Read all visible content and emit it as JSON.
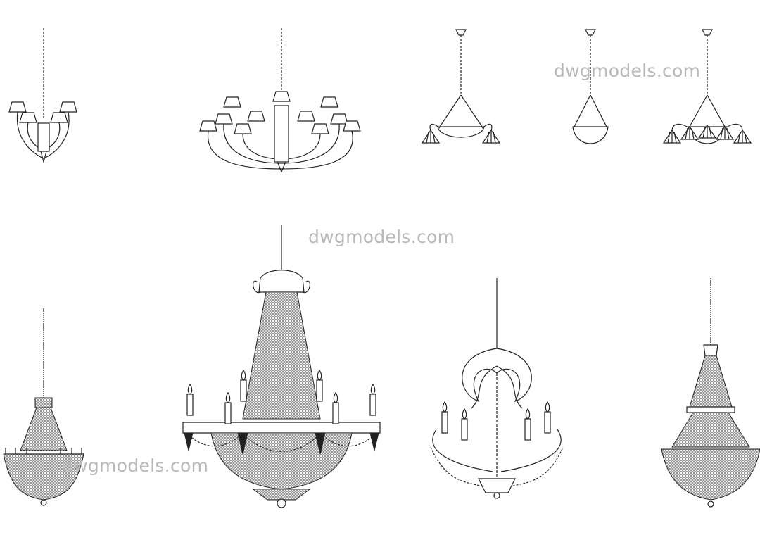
{
  "watermark": {
    "text_top": "dwgmodels.com",
    "text_middle": "dwgmodels.com",
    "text_bottom": "dwgmodels.com",
    "color": "#b9b9b9"
  },
  "drawings": [
    {
      "name": "chandelier-shaded-6-arm"
    },
    {
      "name": "chandelier-shaded-two-tier"
    },
    {
      "name": "pendant-bowl-with-tulip-arms"
    },
    {
      "name": "pendant-bowl"
    },
    {
      "name": "pendant-bowl-with-5-tulips"
    },
    {
      "name": "crystal-basket-chandelier-small"
    },
    {
      "name": "empire-crystal-chandelier-candles"
    },
    {
      "name": "baroque-candle-chandelier"
    },
    {
      "name": "crystal-basket-chandelier-tall"
    }
  ]
}
